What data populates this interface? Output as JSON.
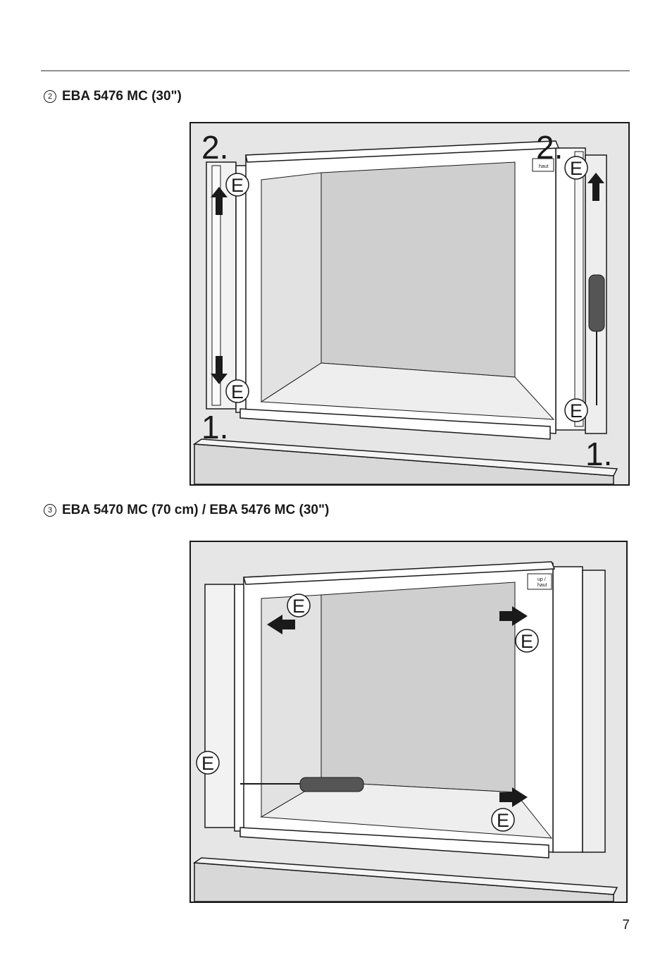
{
  "sections": [
    {
      "number": "2",
      "title": "EBA 5476 MC (30\")",
      "figure": {
        "step_labels": [
          "2.",
          "2.",
          "1.",
          "1."
        ],
        "screw_label": "E",
        "orientation_label": "haut"
      }
    },
    {
      "number": "3",
      "title": "EBA 5470 MC (70 cm) / EBA 5476 MC (30\")",
      "figure": {
        "screw_label": "E",
        "orientation_label_line1": "up /",
        "orientation_label_line2": "haut"
      }
    }
  ],
  "page_number": "7"
}
